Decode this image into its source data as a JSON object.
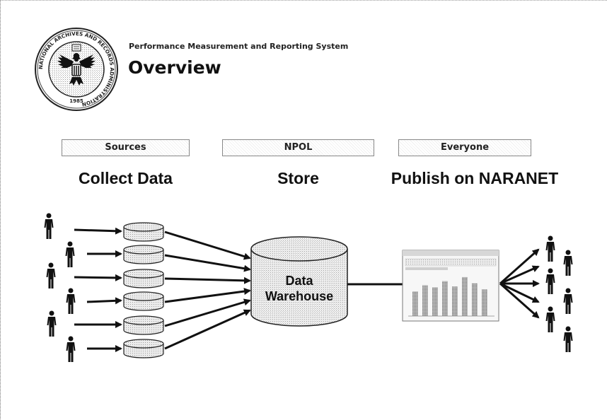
{
  "header": {
    "subtitle": "Performance Measurement and Reporting System",
    "title": "Overview"
  },
  "seal": {
    "ring_text": "NATIONAL ARCHIVES AND RECORDS ADMINISTRATION",
    "year": "1985"
  },
  "phases": [
    {
      "role": "Sources",
      "action": "Collect Data"
    },
    {
      "role": "NPOL",
      "action": "Store"
    },
    {
      "role": "Everyone",
      "action": "Publish on NARANET"
    }
  ],
  "diagram": {
    "warehouse_line1": "Data",
    "warehouse_line2": "Warehouse",
    "source_db_count": 6,
    "report_bars": [
      0.6,
      0.75,
      0.7,
      0.85,
      0.72,
      0.95,
      0.8,
      0.65
    ],
    "colors": {
      "stroke": "#111111",
      "db_fill": "#dcdcdc",
      "warehouse_fill": "#dedede",
      "person": "#111111",
      "bar": "#8c8c8c"
    }
  }
}
